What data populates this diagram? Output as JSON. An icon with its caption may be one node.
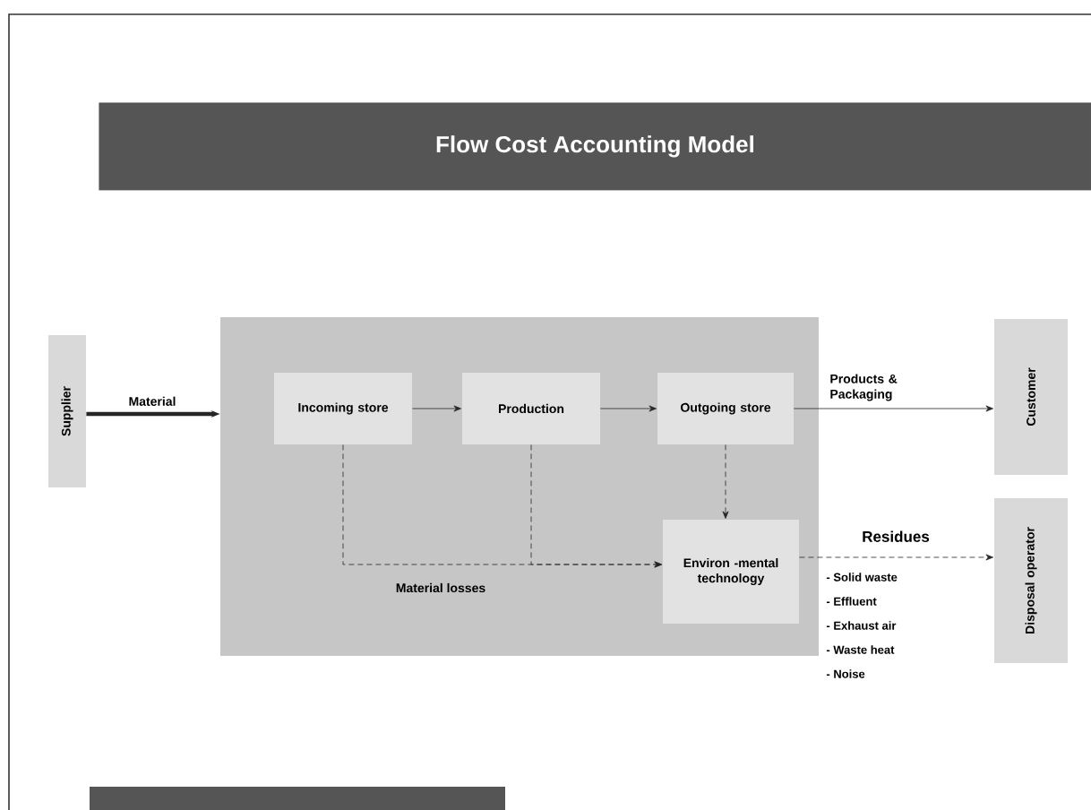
{
  "diagram": {
    "title": "Flow Cost Accounting Model",
    "nodes": [
      {
        "text": [
          "Supplier"
        ]
      },
      {
        "text": [],
        "shape": "box"
      },
      {
        "text": [
          "Incoming store"
        ],
        "in": 1
      },
      {
        "text": [
          "Production"
        ],
        "in": 1
      },
      {
        "text": [
          "Outgoing store"
        ],
        "in": 1
      },
      {
        "text": [
          "Environ -mental technology"
        ],
        "in": 1
      },
      {
        "text": [
          "Customer"
        ]
      },
      {
        "text": [
          "Disposal operator"
        ]
      }
    ],
    "edges": [
      {
        "from": 0,
        "to": 1,
        "arrow": "to",
        "label": "Material",
        "style": "thick"
      },
      {
        "from": 2,
        "to": 3,
        "arrow": "to"
      },
      {
        "from": 3,
        "to": 4,
        "arrow": "to"
      },
      {
        "from": 4,
        "to": 5,
        "arrow": "to",
        "style": "dashed"
      },
      {
        "from": 2,
        "to": 5,
        "arrow": "to",
        "style": "dashed",
        "label": "Material losses"
      },
      {
        "from": 3,
        "to": 5,
        "arrow": "to",
        "style": "dashed"
      },
      {
        "from": 4,
        "to": 6,
        "arrow": "to",
        "label": "Products & Packaging"
      },
      {
        "from": 5,
        "to": 7,
        "arrow": "to",
        "style": "dashed",
        "label": "Residues"
      }
    ],
    "labels": [
      "- Solid waste",
      "- Effluent",
      "- Exhaust air",
      "- Waste heat",
      "- Noise"
    ]
  }
}
